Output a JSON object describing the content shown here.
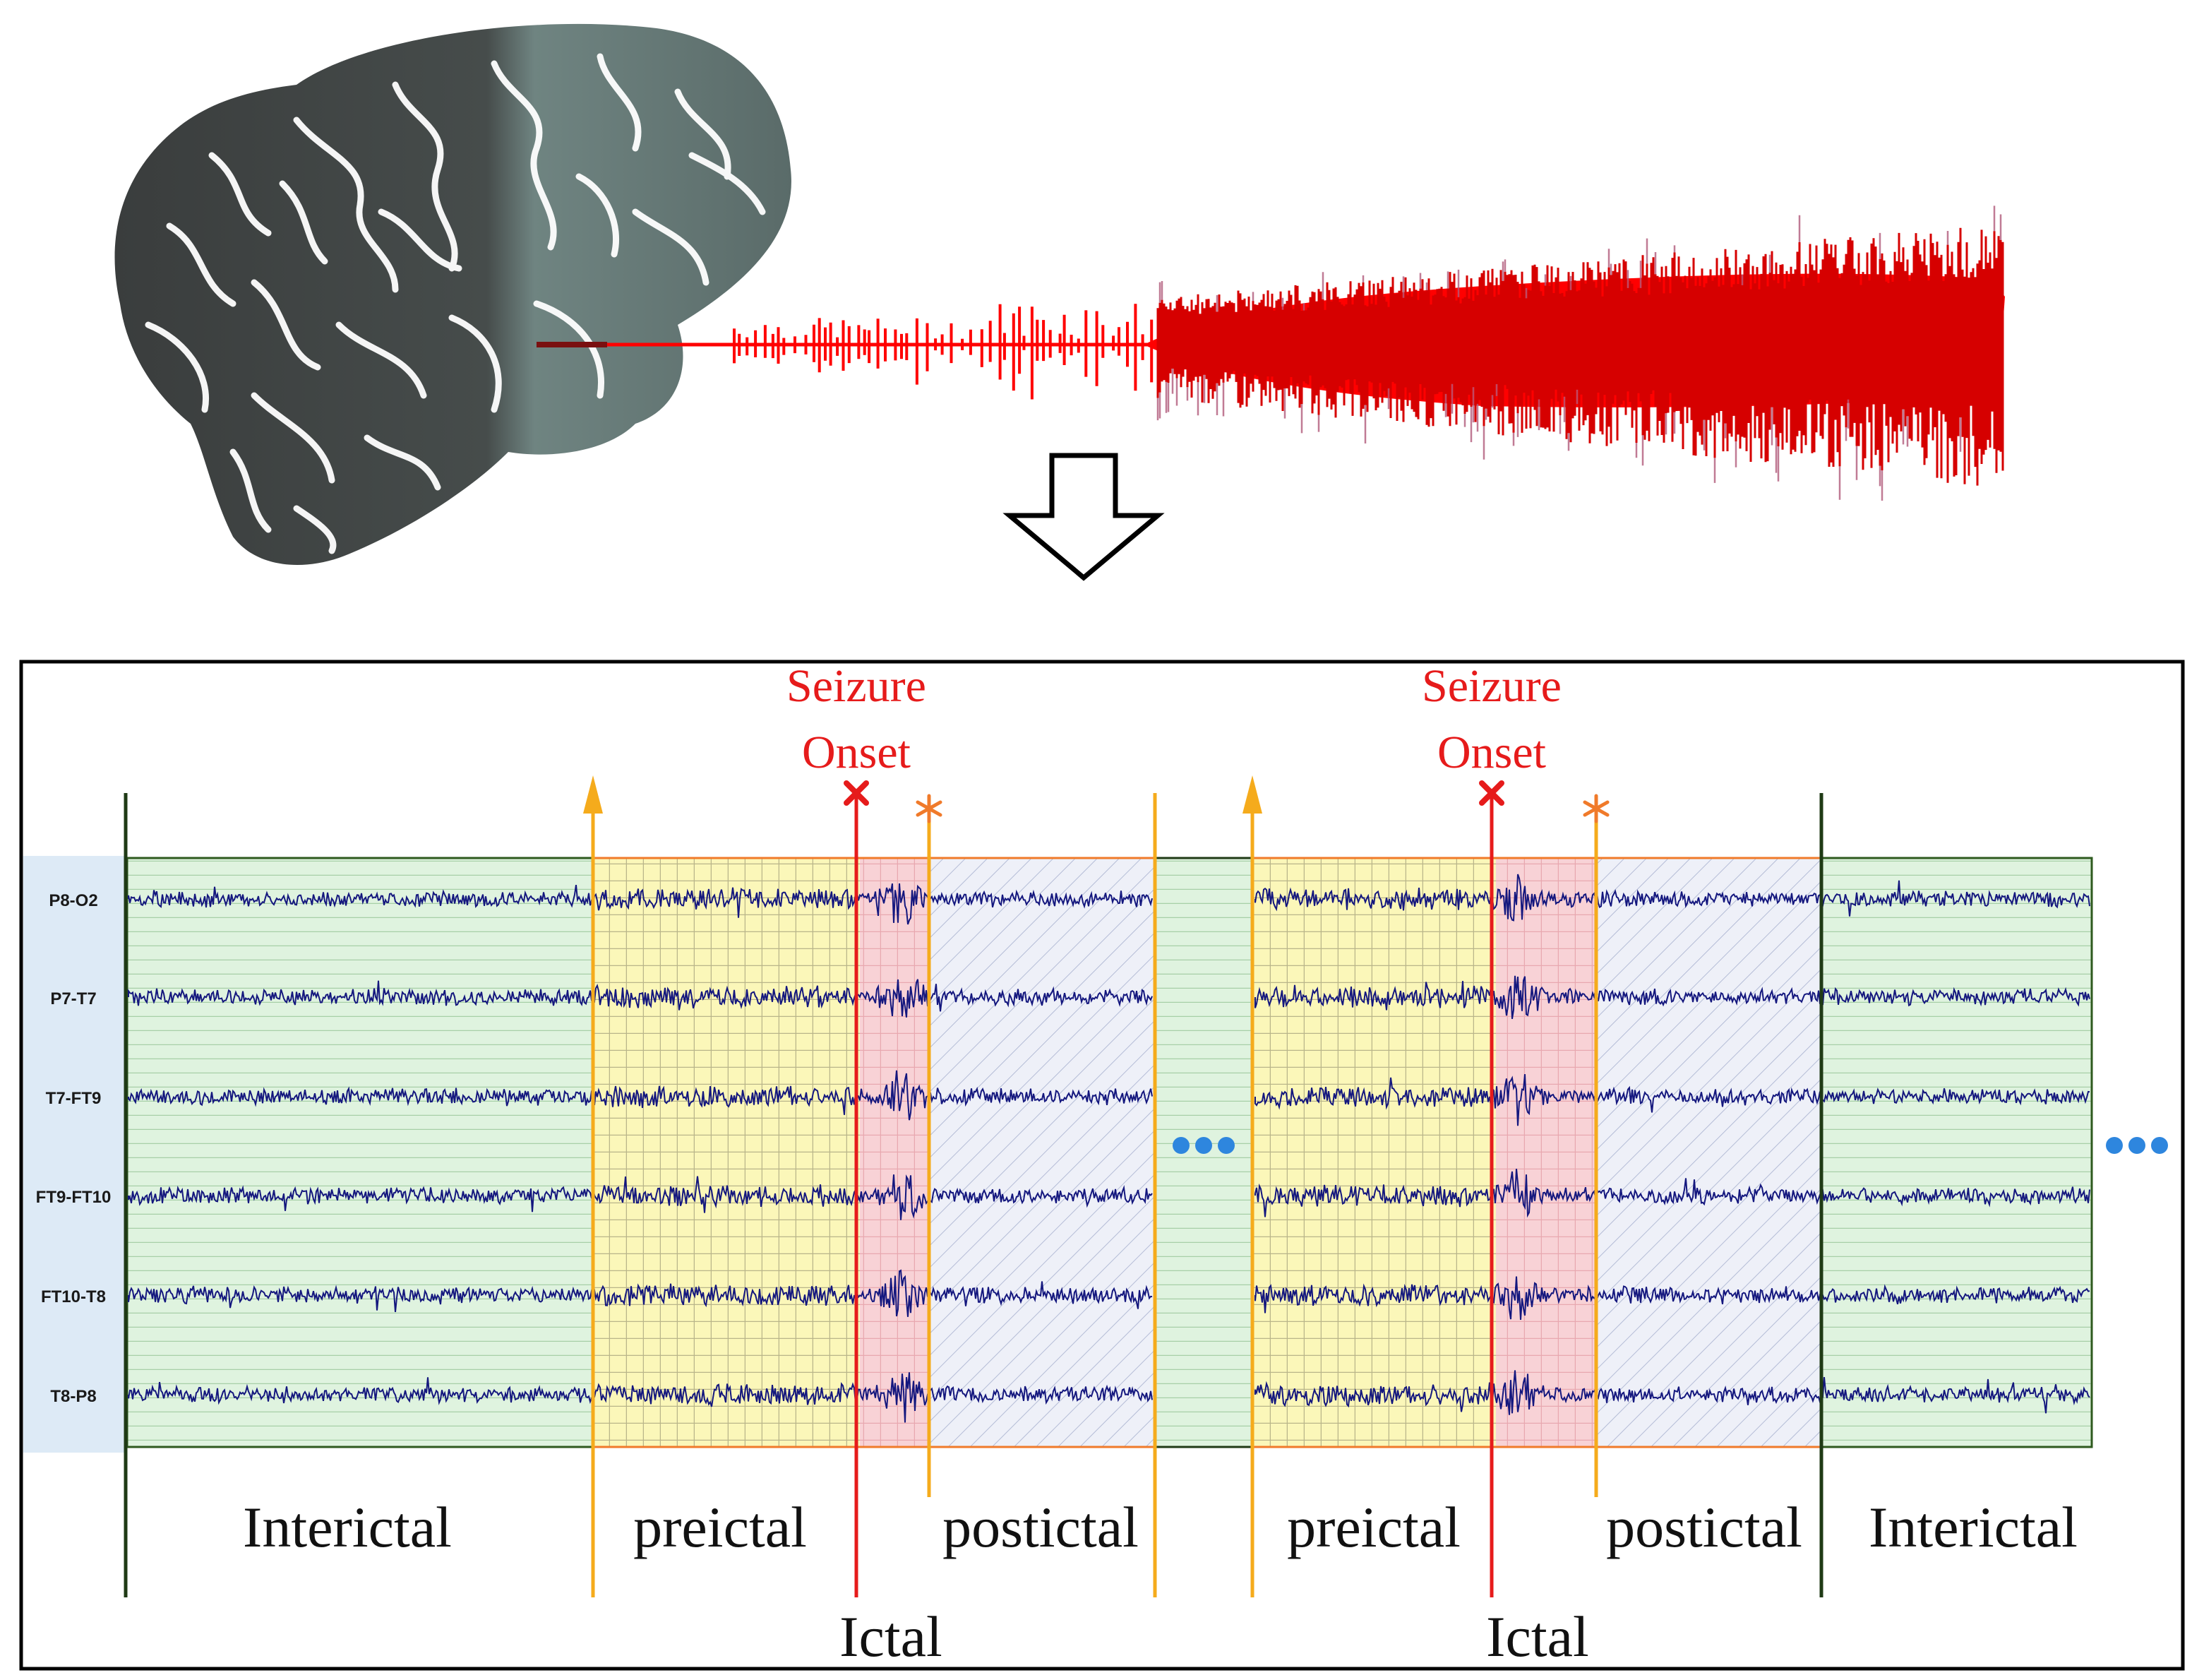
{
  "colors": {
    "brain_dark": "#3a3d3d",
    "brain_light": "#6f8481",
    "signal_red": "#ff0000",
    "eeg_blue": "#14177e",
    "interictal_fill": "#dff3df",
    "preictal_fill": "#fbf7b9",
    "ictal_fill": "#f8d2d6",
    "postictal_fill": "#eef0f8",
    "marker_orange": "#f5ab1c",
    "marker_red": "#e61b1b",
    "border_green": "#1f3a15",
    "label_panel": "#ddeaf6",
    "ellipsis_blue": "#2e86de"
  },
  "icons": [
    "brain-illustration",
    "down-arrow-icon",
    "arrow-up-icon",
    "x-mark-icon",
    "star-icon",
    "ellipsis-icon"
  ],
  "channels": [
    "P8-O2",
    "P7-T7",
    "T7-FT9",
    "FT9-FT10",
    "FT10-T8",
    "T8-P8"
  ],
  "annotations": {
    "seizure_onset_1": {
      "line1": "Seizure",
      "line2": "Onset"
    },
    "seizure_onset_2": {
      "line1": "Seizure",
      "line2": "Onset"
    }
  },
  "phases": {
    "interictal_1": "Interictal",
    "preictal_1": "preictal",
    "postictal_1": "postictal",
    "ictal_1": "Ictal",
    "preictal_2": "preictal",
    "postictal_2": "postictal",
    "ictal_2": "Ictal",
    "interictal_2": "Interictal"
  }
}
